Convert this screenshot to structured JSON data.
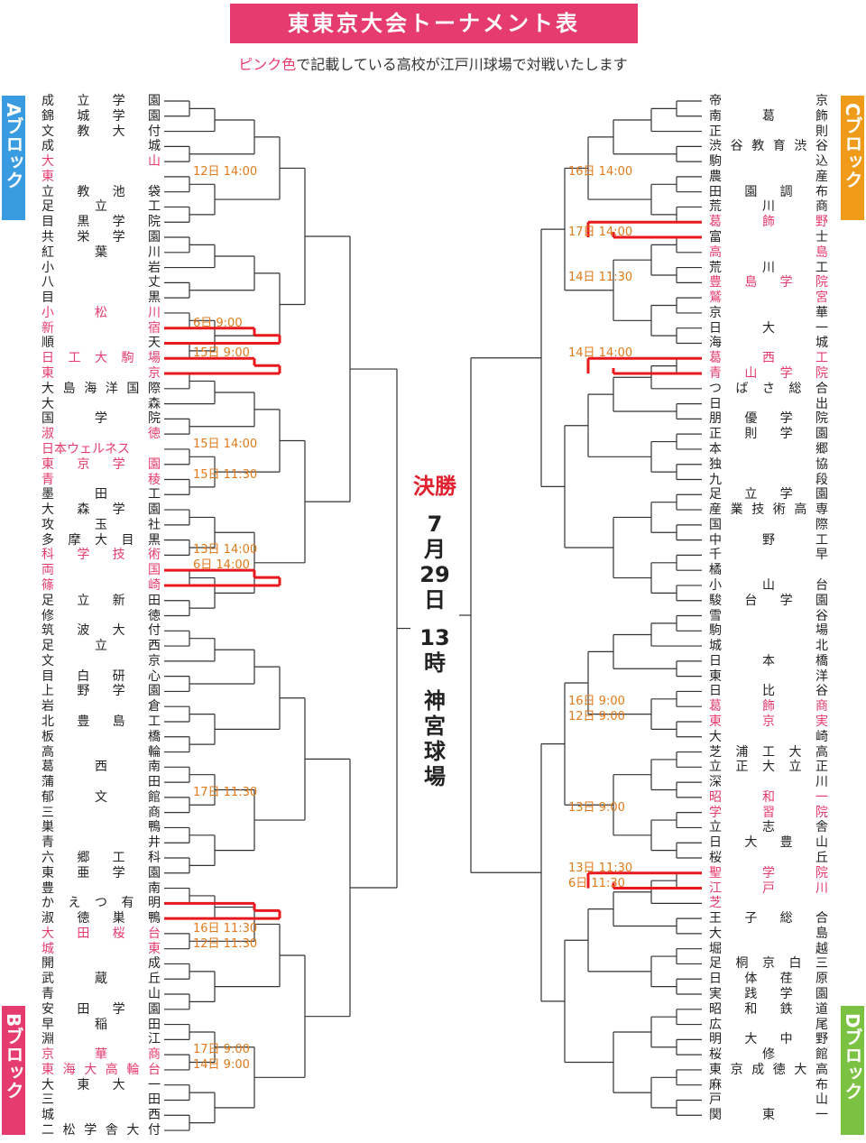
{
  "title": "東東京大会トーナメント表",
  "subtitle": {
    "pink": "ピンク色",
    "rest": "で記載している高校が江戸川球場で対戦いたします"
  },
  "blocks": {
    "A": "Aブロック",
    "B": "Bブロック",
    "C": "Cブロック",
    "D": "Dブロック"
  },
  "colors": {
    "pink": "#e63b6e",
    "blue": "#3a9ce0",
    "orange": "#f09a1a",
    "green": "#7cc242",
    "red": "#e8181c",
    "time": "#e07a1a"
  },
  "final": {
    "label": "決勝",
    "month": "7",
    "mon_kanji": "月",
    "day": "29",
    "day_kanji": "日",
    "hour": "13",
    "hour_kanji": "時",
    "venue1": "神",
    "venue2": "宮",
    "venue3": "球",
    "venue4": "場"
  },
  "left_teams": [
    {
      "n": "成立学園"
    },
    {
      "n": "錦城学園"
    },
    {
      "n": "文教大付"
    },
    {
      "n": "成城"
    },
    {
      "n": "大山",
      "p": 1
    },
    {
      "n": "東",
      "p": 1
    },
    {
      "n": "立教池袋"
    },
    {
      "n": "足立工"
    },
    {
      "n": "目黒学院"
    },
    {
      "n": "共栄学園"
    },
    {
      "n": "紅葉川"
    },
    {
      "n": "小岩"
    },
    {
      "n": "八丈"
    },
    {
      "n": "目黒"
    },
    {
      "n": "小松川",
      "p": 1
    },
    {
      "n": "新宿",
      "p": 1
    },
    {
      "n": "順天"
    },
    {
      "n": "日工大駒場",
      "p": 1
    },
    {
      "n": "東京",
      "p": 1
    },
    {
      "n": "大島海洋国際"
    },
    {
      "n": "大森"
    },
    {
      "n": "国学院"
    },
    {
      "n": "淑徳",
      "p": 1
    },
    {
      "n": "日本ウェルネス",
      "p": 1
    },
    {
      "n": "東京学園",
      "p": 1
    },
    {
      "n": "青稜",
      "p": 1
    },
    {
      "n": "墨田工"
    },
    {
      "n": "大森学園"
    },
    {
      "n": "攻玉社"
    },
    {
      "n": "多摩大目黒"
    },
    {
      "n": "科学技術",
      "p": 1
    },
    {
      "n": "両国",
      "p": 1
    },
    {
      "n": "篠崎",
      "p": 1
    },
    {
      "n": "足立新田"
    },
    {
      "n": "修徳"
    },
    {
      "n": "筑波大付"
    },
    {
      "n": "足立西"
    },
    {
      "n": "文京"
    },
    {
      "n": "目白研心"
    },
    {
      "n": "上野学園"
    },
    {
      "n": "岩倉"
    },
    {
      "n": "北豊島工"
    },
    {
      "n": "板橋"
    },
    {
      "n": "高輪"
    },
    {
      "n": "葛西南"
    },
    {
      "n": "蒲田"
    },
    {
      "n": "郁文館"
    },
    {
      "n": "三商"
    },
    {
      "n": "巣鴨"
    },
    {
      "n": "青井"
    },
    {
      "n": "六郷工科"
    },
    {
      "n": "東亜学園"
    },
    {
      "n": "豊南"
    },
    {
      "n": "かえつ有明"
    },
    {
      "n": "淑徳巣鴨"
    },
    {
      "n": "大田桜台",
      "p": 1
    },
    {
      "n": "城東",
      "p": 1
    },
    {
      "n": "開成"
    },
    {
      "n": "武蔵丘"
    },
    {
      "n": "青山"
    },
    {
      "n": "安田学園"
    },
    {
      "n": "早稲田"
    },
    {
      "n": "淵江"
    },
    {
      "n": "京華商",
      "p": 1
    },
    {
      "n": "東海大高輪台",
      "p": 1
    },
    {
      "n": "大東大一"
    },
    {
      "n": "三田"
    },
    {
      "n": "城西"
    },
    {
      "n": "二松学舎大付"
    }
  ],
  "right_teams": [
    {
      "n": "帝京"
    },
    {
      "n": "南葛飾"
    },
    {
      "n": "正則"
    },
    {
      "n": "渋谷教育渋谷"
    },
    {
      "n": "駒込"
    },
    {
      "n": "農産"
    },
    {
      "n": "田園調布"
    },
    {
      "n": "荒川商"
    },
    {
      "n": "葛飾野",
      "p": 1
    },
    {
      "n": "富士"
    },
    {
      "n": "高島",
      "p": 1
    },
    {
      "n": "荒川工"
    },
    {
      "n": "豊島学院",
      "p": 1
    },
    {
      "n": "鷲宮",
      "p": 1
    },
    {
      "n": "京華"
    },
    {
      "n": "日大一"
    },
    {
      "n": "海城"
    },
    {
      "n": "葛西工",
      "p": 1
    },
    {
      "n": "青山学院",
      "p": 1
    },
    {
      "n": "つばさ総合"
    },
    {
      "n": "日出"
    },
    {
      "n": "朋優学院"
    },
    {
      "n": "正則学園"
    },
    {
      "n": "本郷"
    },
    {
      "n": "独協"
    },
    {
      "n": "九段"
    },
    {
      "n": "足立学園"
    },
    {
      "n": "産業技術高専"
    },
    {
      "n": "国際"
    },
    {
      "n": "中野工"
    },
    {
      "n": "千早"
    },
    {
      "n": "橘"
    },
    {
      "n": "小山台"
    },
    {
      "n": "駿台学園"
    },
    {
      "n": "雪谷"
    },
    {
      "n": "駒場"
    },
    {
      "n": "城北"
    },
    {
      "n": "日本橋"
    },
    {
      "n": "東洋"
    },
    {
      "n": "日比谷"
    },
    {
      "n": "葛飾商",
      "p": 1
    },
    {
      "n": "東京実",
      "p": 1
    },
    {
      "n": "大崎"
    },
    {
      "n": "芝浦工大高"
    },
    {
      "n": "立正大立正"
    },
    {
      "n": "深川"
    },
    {
      "n": "昭和一",
      "p": 1
    },
    {
      "n": "学習院",
      "p": 1
    },
    {
      "n": "立志舎"
    },
    {
      "n": "日大豊山"
    },
    {
      "n": "桜丘"
    },
    {
      "n": "聖学院",
      "p": 1
    },
    {
      "n": "江戸川",
      "p": 1
    },
    {
      "n": "芝",
      "p": 1
    },
    {
      "n": "王子総合"
    },
    {
      "n": "大島"
    },
    {
      "n": "堀越"
    },
    {
      "n": "足桐京白三"
    },
    {
      "n": "日体荏原"
    },
    {
      "n": "実践学園"
    },
    {
      "n": "昭和鉄道"
    },
    {
      "n": "広尾"
    },
    {
      "n": "明大中野"
    },
    {
      "n": "桜修館"
    },
    {
      "n": "東京成徳大高"
    },
    {
      "n": "麻布"
    },
    {
      "n": "戸山"
    },
    {
      "n": "関東一"
    }
  ],
  "left_times": [
    {
      "t": "12日 14:00",
      "i": 5
    },
    {
      "t": "6日 9:00",
      "i": 15
    },
    {
      "t": "15日 9:00",
      "i": 17
    },
    {
      "t": "15日 14:00",
      "i": 23
    },
    {
      "t": "15日 11:30",
      "i": 25
    },
    {
      "t": "13日 14:00",
      "i": 30
    },
    {
      "t": "6日 14:00",
      "i": 31
    },
    {
      "t": "17日 11:30",
      "i": 46
    },
    {
      "t": "16日 11:30",
      "i": 55
    },
    {
      "t": "12日 11:30",
      "i": 56
    },
    {
      "t": "17日 9:00",
      "i": 63
    },
    {
      "t": "14日 9:00",
      "i": 64
    }
  ],
  "right_times": [
    {
      "t": "16日 14:00",
      "i": 5
    },
    {
      "t": "17日 14:00",
      "i": 9
    },
    {
      "t": "14日 11:30",
      "i": 12
    },
    {
      "t": "14日 14:00",
      "i": 17
    },
    {
      "t": "16日 9:00",
      "i": 40
    },
    {
      "t": "12日 9:00",
      "i": 41
    },
    {
      "t": "13日 9:00",
      "i": 47
    },
    {
      "t": "13日 11:30",
      "i": 51
    },
    {
      "t": "6日 11:30",
      "i": 52
    }
  ]
}
